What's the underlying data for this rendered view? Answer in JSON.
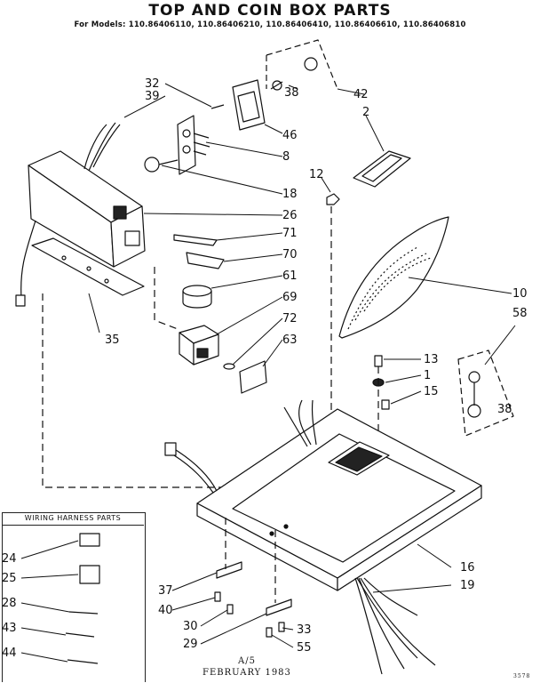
{
  "title": "TOP AND COIN BOX PARTS",
  "models_line": "For Models: 110.86406110, 110.86406210, 110.86406410, 110.86406610, 110.86406810",
  "wiring_box_title": "WIRING HARNESS PARTS",
  "footer": {
    "line1": "A/5",
    "line2": "FEBRUARY 1983",
    "corner": "3578"
  },
  "callouts": [
    {
      "id": "c32",
      "label": "32"
    },
    {
      "id": "c39",
      "label": "39"
    },
    {
      "id": "c38a",
      "label": "38"
    },
    {
      "id": "c42",
      "label": "42"
    },
    {
      "id": "c2",
      "label": "2"
    },
    {
      "id": "c46",
      "label": "46"
    },
    {
      "id": "c8",
      "label": "8"
    },
    {
      "id": "c12",
      "label": "12"
    },
    {
      "id": "c18",
      "label": "18"
    },
    {
      "id": "c26",
      "label": "26"
    },
    {
      "id": "c71",
      "label": "71"
    },
    {
      "id": "c70",
      "label": "70"
    },
    {
      "id": "c61",
      "label": "61"
    },
    {
      "id": "c69",
      "label": "69"
    },
    {
      "id": "c72",
      "label": "72"
    },
    {
      "id": "c63",
      "label": "63"
    },
    {
      "id": "c35",
      "label": "35"
    },
    {
      "id": "c10",
      "label": "10"
    },
    {
      "id": "c58",
      "label": "58"
    },
    {
      "id": "c13",
      "label": "13"
    },
    {
      "id": "c1",
      "label": "1"
    },
    {
      "id": "c15",
      "label": "15"
    },
    {
      "id": "c38b",
      "label": "38"
    },
    {
      "id": "c16",
      "label": "16"
    },
    {
      "id": "c19",
      "label": "19"
    },
    {
      "id": "c37",
      "label": "37"
    },
    {
      "id": "c40",
      "label": "40"
    },
    {
      "id": "c30",
      "label": "30"
    },
    {
      "id": "c29",
      "label": "29"
    },
    {
      "id": "c33",
      "label": "33"
    },
    {
      "id": "c55",
      "label": "55"
    },
    {
      "id": "c24",
      "label": "24"
    },
    {
      "id": "c25",
      "label": "25"
    },
    {
      "id": "c28",
      "label": "28"
    },
    {
      "id": "c43",
      "label": "43"
    },
    {
      "id": "c44",
      "label": "44"
    }
  ]
}
